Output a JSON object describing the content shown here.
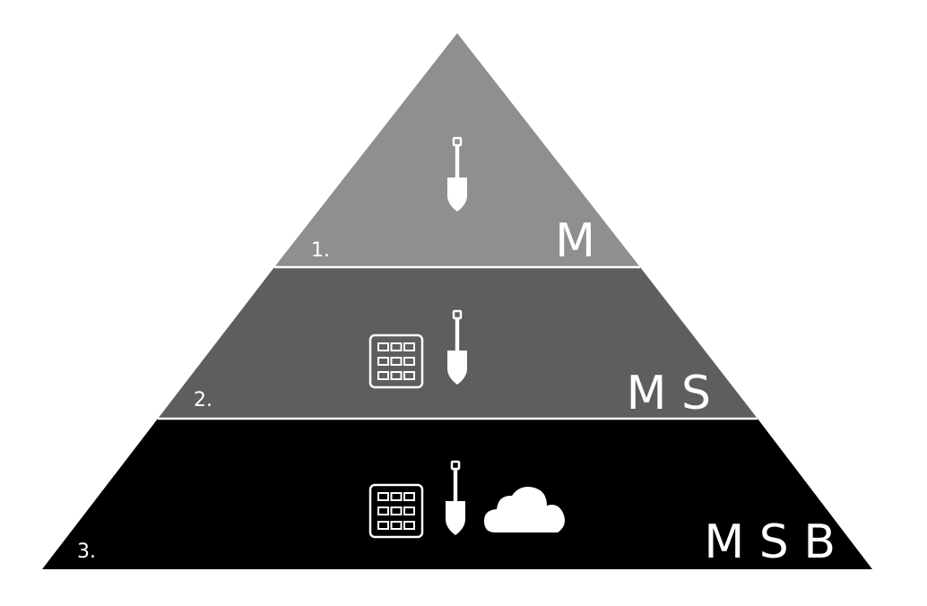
{
  "colors": {
    "background": "#ffffff",
    "tier_1": "#8f8f8f",
    "tier_2": "#5e5e5e",
    "tier_3": "#000000",
    "separator": "#ffffff",
    "icon": "#ffffff"
  },
  "tiers": [
    {
      "number": "1.",
      "code": "M",
      "icons": [
        "shovel-icon"
      ]
    },
    {
      "number": "2.",
      "code": "M S",
      "icons": [
        "grid-icon",
        "shovel-icon"
      ]
    },
    {
      "number": "3.",
      "code": "M S B",
      "icons": [
        "grid-icon",
        "shovel-icon",
        "cloud-icon"
      ]
    }
  ]
}
